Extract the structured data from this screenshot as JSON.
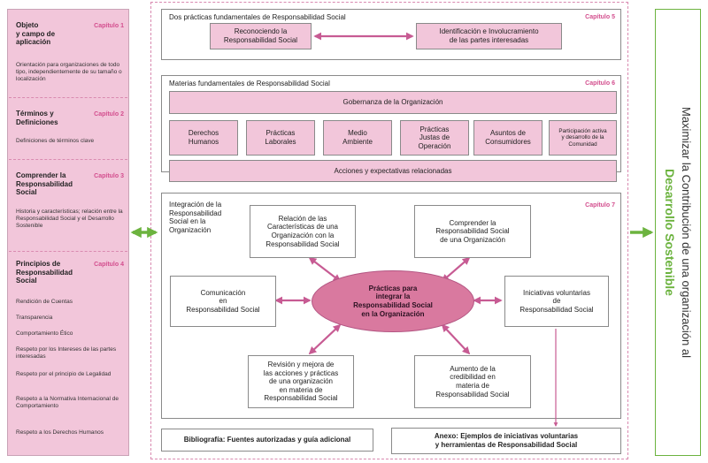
{
  "left": {
    "s1": {
      "title": "Objeto\ny campo de\naplicación",
      "cap": "Capítulo 1",
      "desc": "Orientación para organizaciones de todo tipo, independientemente de su tamaño o localización"
    },
    "s2": {
      "title": "Términos y\nDefiniciones",
      "cap": "Capítulo 2",
      "desc": "Definiciones de términos clave"
    },
    "s3": {
      "title": "Comprender la\nResponsabilidad\nSocial",
      "cap": "Capítulo 3",
      "desc": "Historia y características; relación entre la Responsabilidad Social y el Desarrollo Sostenible"
    },
    "s4": {
      "title": "Principios de\nResponsabilidad\nSocial",
      "cap": "Capítulo 4",
      "items": [
        "Rendición de Cuentas",
        "Transparencia",
        "Comportamiento Ético",
        "Respeto por los Intereses de las partes interesadas",
        "Respeto por el principio de Legalidad",
        "Respeto a la Normativa Internacional de Comportamiento",
        "Respeto a los Derechos Humanos"
      ]
    }
  },
  "cap5": {
    "title": "Dos prácticas fundamentales de Responsabilidad Social",
    "cap": "Capítulo 5",
    "a": "Reconociendo la\nResponsabilidad Social",
    "b": "Identificación e Involucramiento\nde las partes interesadas"
  },
  "cap6": {
    "title": "Materias fundamentales de Responsabilidad Social",
    "cap": "Capítulo 6",
    "gov": "Gobernanza de la Organización",
    "items": [
      "Derechos\nHumanos",
      "Prácticas\nLaborales",
      "Medio\nAmbiente",
      "Prácticas\nJustas de\nOperación",
      "Asuntos de\nConsumidores",
      "Participación activa\ny desarrollo de la\nComunidad"
    ],
    "actions": "Acciones y expectativas relacionadas"
  },
  "cap7": {
    "title": "Integración de la\nResponsabilidad\nSocial en la\nOrganización",
    "cap": "Capítulo 7",
    "center": "Prácticas para\nintegrar la\nResponsabilidad Social\nen la Organización",
    "n1": "Relación de las\nCaracterísticas de una\nOrganización con la\nResponsabilidad Social",
    "n2": "Comprender la\nResponsabilidad Social\nde una Organización",
    "n3": "Comunicación\nen\nResponsabilidad Social",
    "n4": "Iniciativas voluntarias\nde\nResponsabilidad Social",
    "n5": "Revisión y mejora de\nlas acciones y prácticas\nde una organización\nen materia de\nResponsabilidad Social",
    "n6": "Aumento de la\ncredibilidad  en\nmateria de\nResponsabilidad Social"
  },
  "biblio": "Bibliografía: Fuentes autorizadas y guía adicional",
  "anexo": "Anexo: Ejemplos de iniciativas voluntarias\ny herramientas de Responsabilidad Social",
  "right": {
    "line1": "Maximizar la Contribución de una organización al",
    "line2": "Desarrollo Sostenible"
  },
  "colors": {
    "pink": "#f2c6da",
    "accent": "#d34e8e",
    "green": "#6cb33f",
    "arrow": "#c75b93"
  }
}
